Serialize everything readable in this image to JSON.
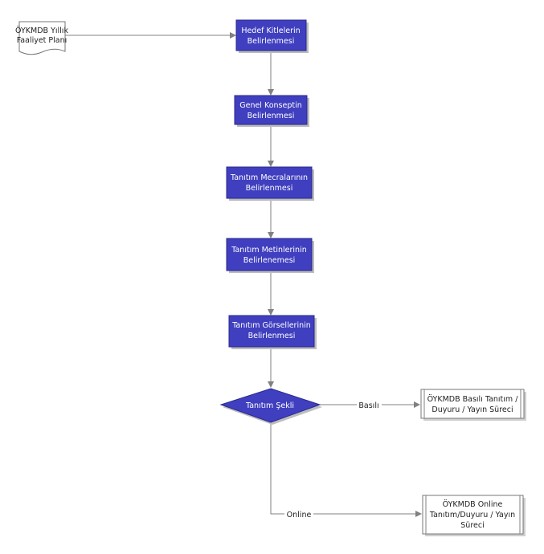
{
  "document": {
    "lines": [
      "ÖYKMDB Yıllık",
      "Faaliyet Planı"
    ]
  },
  "steps": [
    {
      "lines": [
        "Hedef Kitlelerin",
        "Belirlenmesi"
      ]
    },
    {
      "lines": [
        "Genel Konseptin",
        "Belirlenmesi"
      ]
    },
    {
      "lines": [
        "Tanıtım Mecralarının",
        "Belirlenmesi"
      ]
    },
    {
      "lines": [
        "Tanıtım Metinlerinin",
        "Belirlenemesi"
      ]
    },
    {
      "lines": [
        "Tanıtım Görsellerinin",
        "Belirlenmesi"
      ]
    }
  ],
  "decision": {
    "label": "Tanıtım Şekli"
  },
  "branches": [
    {
      "label": "Basılı",
      "target_lines": [
        "ÖYKMDB Basılı Tanıtım /",
        "Duyuru / Yayın Süreci"
      ]
    },
    {
      "label": "Online",
      "target_lines": [
        "ÖYKMDB Online",
        "Tanıtım/Duyuru / Yayın",
        "Süreci"
      ]
    }
  ],
  "colors": {
    "process_fill": "#3f3fbf",
    "connector": "#808080"
  }
}
